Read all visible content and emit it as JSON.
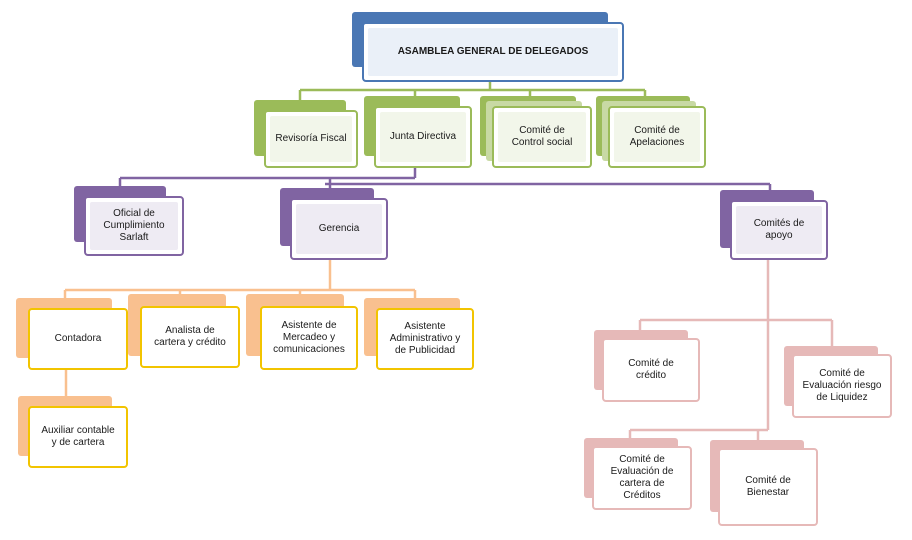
{
  "diagram": {
    "nodes": {
      "asamblea": "ASAMBLEA GENERAL DE DELEGADOS",
      "revisoria": "Revisoría Fiscal",
      "junta": "Junta Directiva",
      "control": "Comité de Control social",
      "apelaciones": "Comité de Apelaciones",
      "oficial": "Oficial de Cumplimiento Sarlaft",
      "gerencia": "Gerencia",
      "apoyo": "Comités de apoyo",
      "contadora": "Contadora",
      "analista": "Analista de cartera y crédito",
      "mercadeo": "Asistente de Mercadeo y comunicaciones",
      "administrativo": "Asistente Administrativo y de Publicidad",
      "auxiliar": "Auxiliar contable y de cartera",
      "credito": "Comité de crédito",
      "liquidez": "Comité de Evaluación riesgo de Liquidez",
      "evaluacion": "Comité de Evaluación de cartera de Créditos",
      "bienestar": "Comité de Bienestar"
    },
    "colors": {
      "blue": "#4a77b4",
      "green": "#9bbb59",
      "purple": "#8064a2",
      "orange_back": "#f9c08f",
      "orange_border": "#f2c400",
      "pink": "#e6b9b8"
    }
  }
}
